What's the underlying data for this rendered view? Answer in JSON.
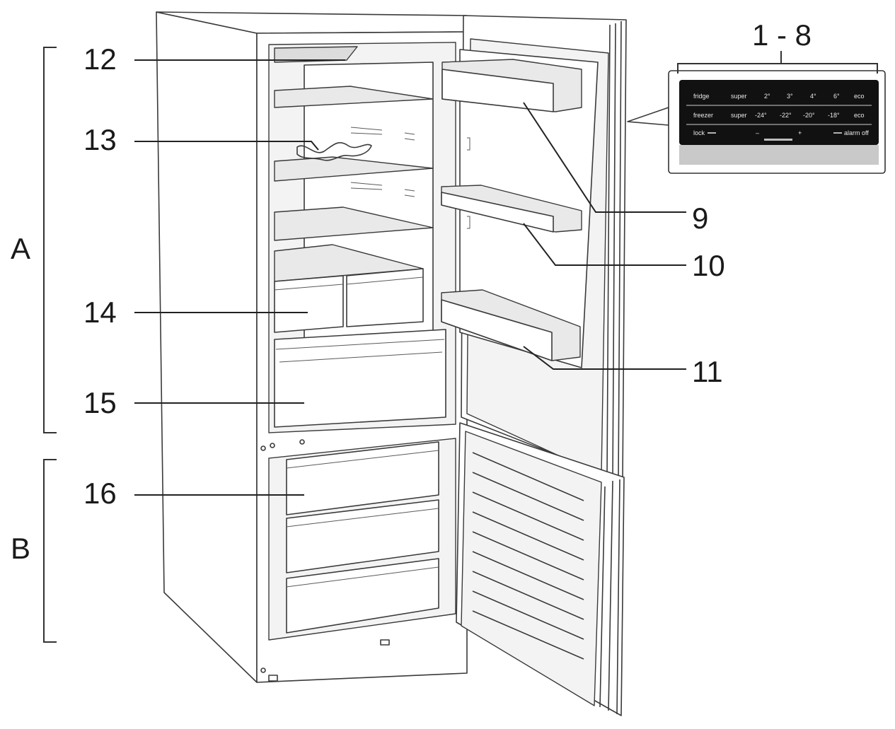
{
  "labels": {
    "control_panel": "1 - 8",
    "n9": "9",
    "n10": "10",
    "n11": "11",
    "n12": "12",
    "n13": "13",
    "n14": "14",
    "n15": "15",
    "n16": "16",
    "zone_a": "A",
    "zone_b": "B"
  },
  "control_panel": {
    "row1": {
      "name": "fridge",
      "mode": "super",
      "values": [
        "2°",
        "3°",
        "4°",
        "6°",
        "eco"
      ]
    },
    "row2": {
      "name": "freezer",
      "mode": "super",
      "values": [
        "-24°",
        "-22°",
        "-20°",
        "-18°",
        "eco"
      ]
    },
    "row3": {
      "name": "lock",
      "minus": "–",
      "plus": "+",
      "alarm": "alarm off"
    }
  },
  "colors": {
    "line": "#3a3a3a",
    "panel_dark": "#111111",
    "panel_strip": "#c9c9c9"
  }
}
